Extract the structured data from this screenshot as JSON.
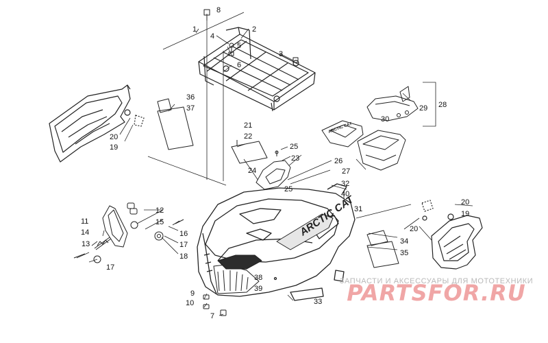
{
  "diagram": {
    "callouts": [
      "1",
      "2",
      "3",
      "4",
      "5",
      "6",
      "7",
      "8",
      "9",
      "10",
      "11",
      "12",
      "13",
      "14",
      "15",
      "16",
      "17",
      "17",
      "18",
      "19",
      "19",
      "20",
      "20",
      "20",
      "21",
      "22",
      "23",
      "24",
      "25",
      "25",
      "26",
      "27",
      "28",
      "29",
      "30",
      "31",
      "32",
      "33",
      "34",
      "35",
      "36",
      "37",
      "38",
      "39",
      "40"
    ],
    "decal_text": {
      "fender_logo": "ARCTIC CAT",
      "rack_small_logo": "ARCTIC CAT"
    }
  },
  "watermark": {
    "line1": "ЗАПЧАСТИ И АКСЕССУАРЫ ДЛЯ МОТОТЕХНИКИ",
    "line2": "PARTSFOR.RU"
  }
}
